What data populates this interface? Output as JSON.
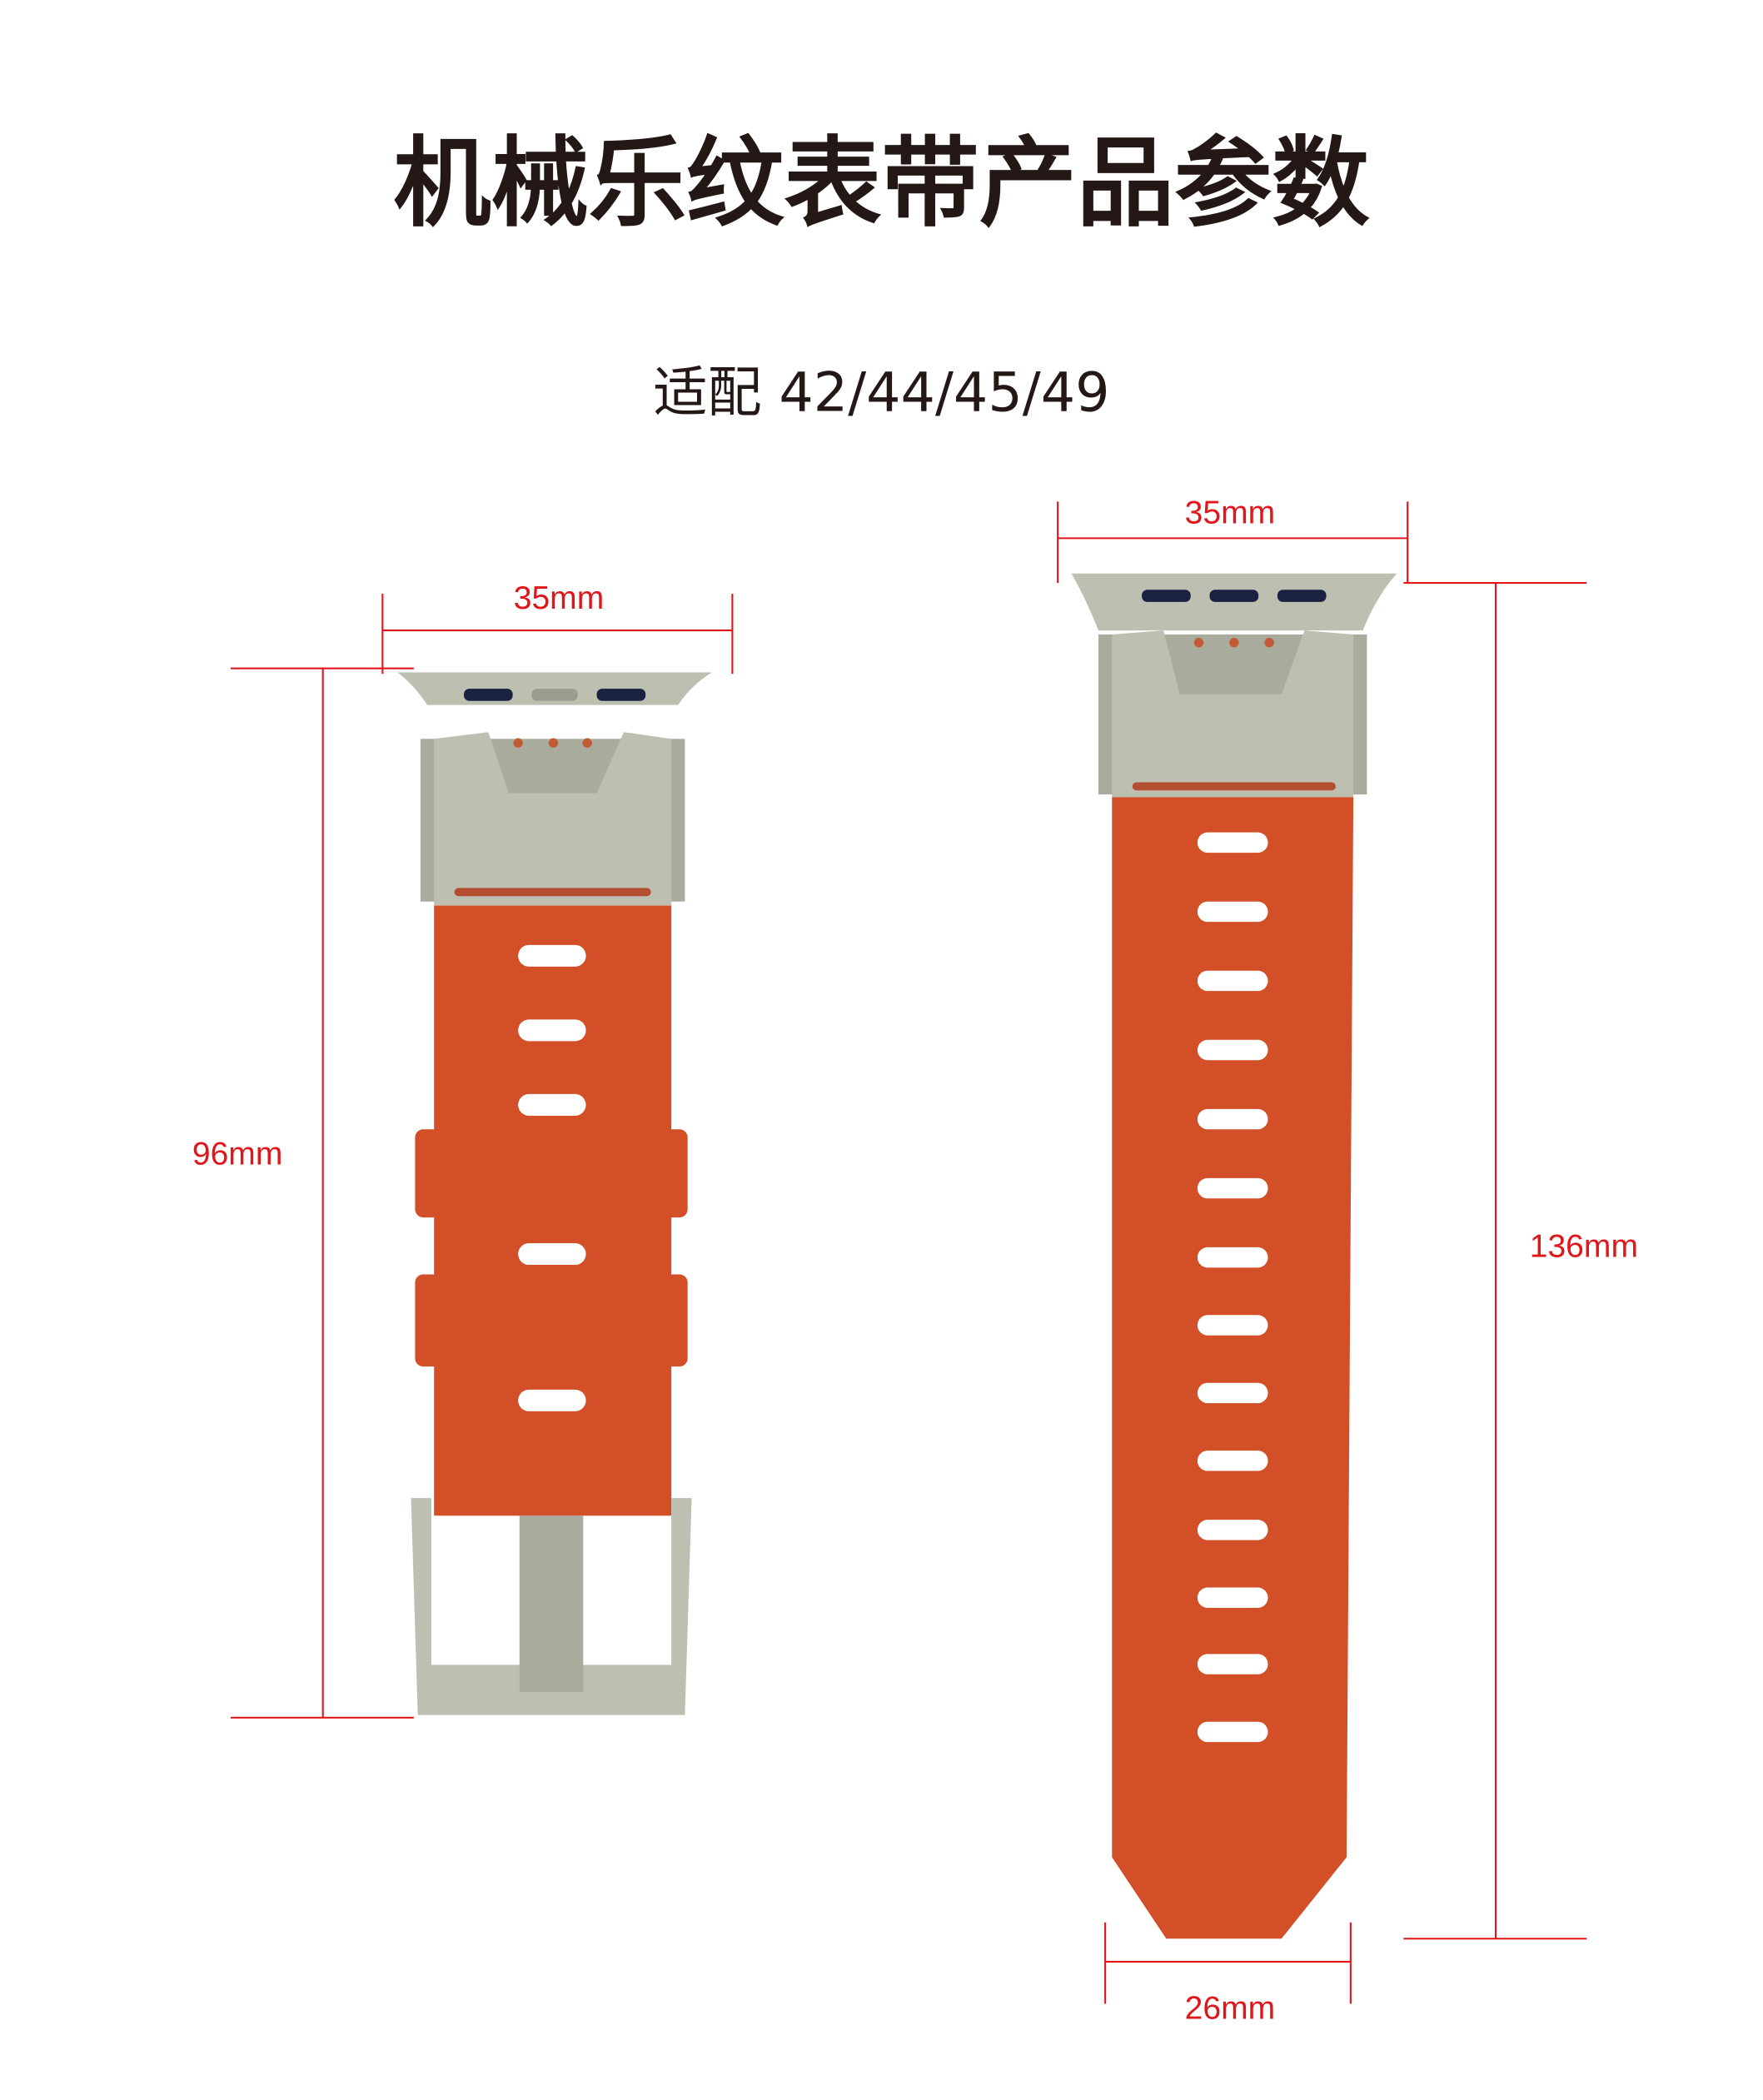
{
  "header": {
    "title": "机械乐纹表带产品参数",
    "compatibility": "适配 42/44/45/49"
  },
  "short_strap": {
    "width_label": "35mm",
    "length_label": "96mm"
  },
  "long_strap": {
    "width_label": "35mm",
    "length_label": "136mm",
    "tip_width_label": "26mm"
  },
  "colors": {
    "band": "#d24f28",
    "metal": "#bdbfb1",
    "dimension": "#e0161b",
    "pin": "#1b2140"
  }
}
